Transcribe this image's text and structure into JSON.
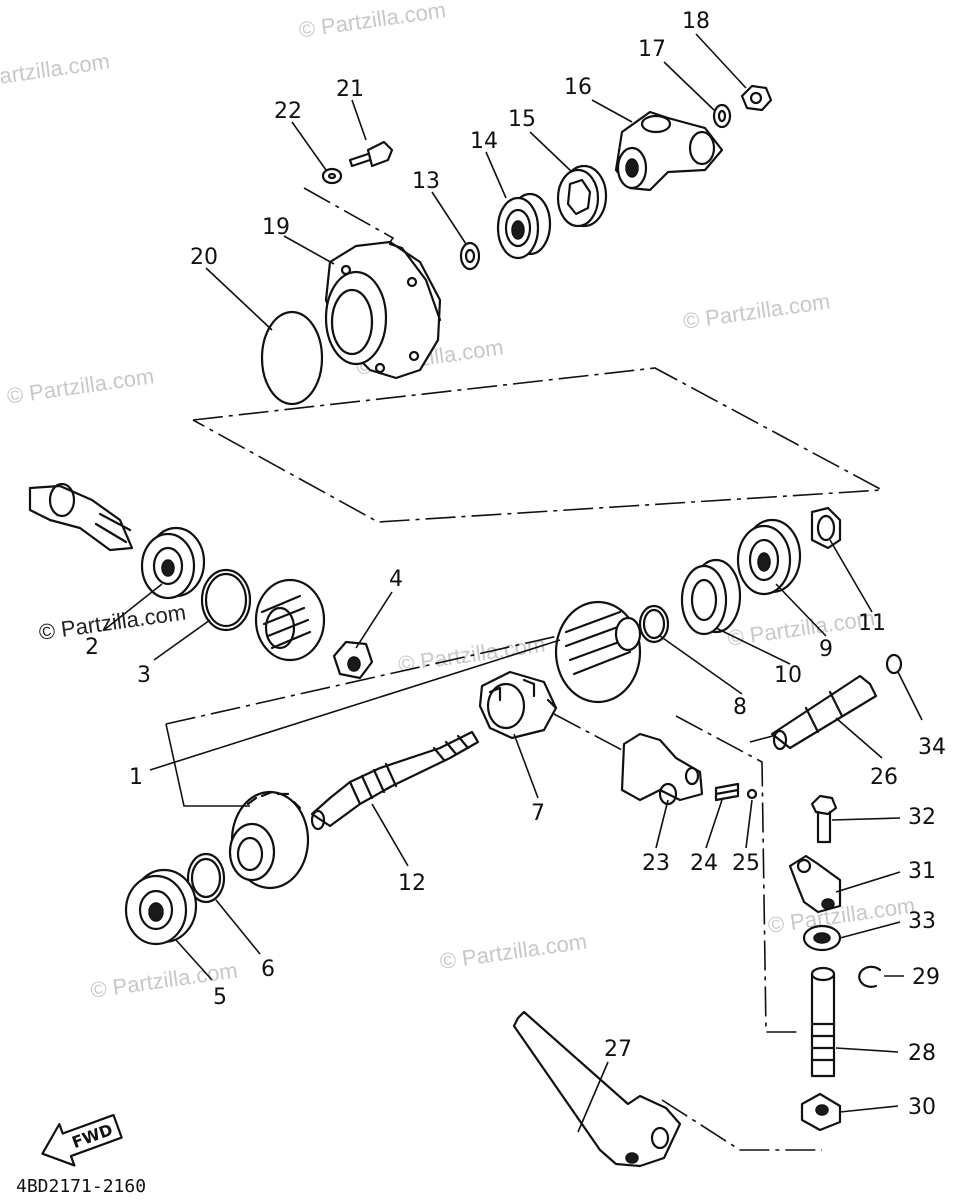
{
  "diagram": {
    "watermark": "© Partzilla.com",
    "drawing_code": "4BD2171-2160",
    "fwd_label": "FWD",
    "callouts": {
      "c1": "1",
      "c2": "2",
      "c3": "3",
      "c4": "4",
      "c5": "5",
      "c6": "6",
      "c7": "7",
      "c8": "8",
      "c9": "9",
      "c10": "10",
      "c11": "11",
      "c12": "12",
      "c13": "13",
      "c14": "14",
      "c15": "15",
      "c16": "16",
      "c17": "17",
      "c18": "18",
      "c19": "19",
      "c20": "20",
      "c21": "21",
      "c22": "22",
      "c23": "23",
      "c24": "24",
      "c25": "25",
      "c26": "26",
      "c27": "27",
      "c28": "28",
      "c29": "29",
      "c30": "30",
      "c31": "31",
      "c32": "32",
      "c33": "33",
      "c34": "34"
    }
  }
}
